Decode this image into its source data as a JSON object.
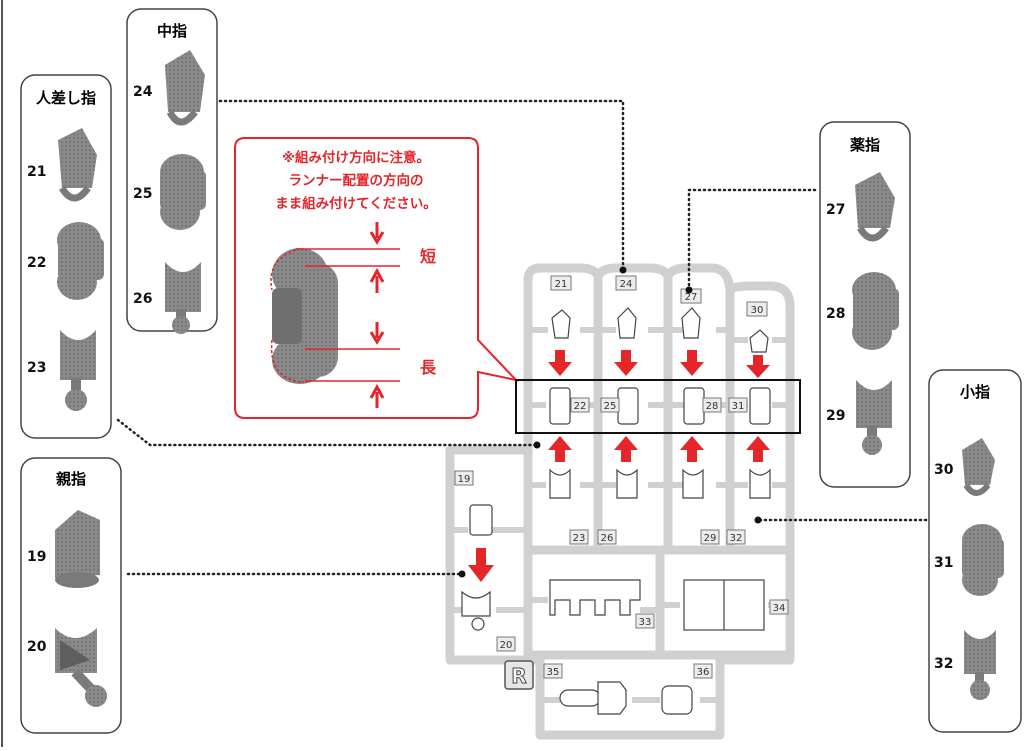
{
  "panels": {
    "index": {
      "title": "人差し指",
      "parts": [
        "21",
        "22",
        "23"
      ]
    },
    "middle": {
      "title": "中指",
      "parts": [
        "24",
        "25",
        "26"
      ]
    },
    "ring": {
      "title": "薬指",
      "parts": [
        "27",
        "28",
        "29"
      ]
    },
    "little": {
      "title": "小指",
      "parts": [
        "30",
        "31",
        "32"
      ]
    },
    "thumb": {
      "title": "親指",
      "parts": [
        "19",
        "20"
      ]
    }
  },
  "callout": {
    "lines": [
      "※組み付け方向に注意。",
      "ランナー配置の方向の",
      "まま組み付けてください。"
    ],
    "short": "短",
    "long": "長"
  },
  "runner": {
    "letter": "R",
    "tags": [
      "21",
      "24",
      "27",
      "30",
      "22",
      "25",
      "28",
      "31",
      "23",
      "26",
      "29",
      "32",
      "19",
      "20",
      "33",
      "34",
      "35",
      "36"
    ]
  },
  "colors": {
    "accent": "#e4252a",
    "part_gray": "#7a7a7a",
    "runner_gray": "#d6d6d6",
    "frame": "#333333"
  }
}
